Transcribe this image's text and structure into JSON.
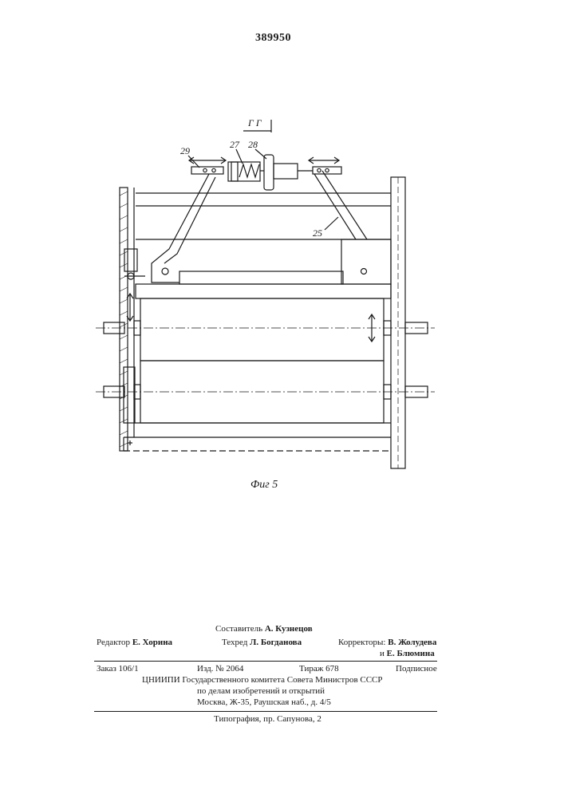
{
  "patent_number": "389950",
  "section_label": "Г Г",
  "figure_caption": "Фиг 5",
  "part_labels": [
    "29",
    "27",
    "28",
    "25"
  ],
  "colophon": {
    "compiler_label": "Составитель",
    "compiler_name": "А. Кузнецов",
    "editor_label": "Редактор",
    "editor_name": "Е. Хорина",
    "techred_label": "Техред",
    "techred_name": "Л. Богданова",
    "correctors_label": "Корректоры:",
    "corrector_1": "В. Жолудева",
    "corrector_2_prefix": "и",
    "corrector_2": "Е. Блюмина",
    "order": "Заказ 106/1",
    "edition": "Изд. № 2064",
    "circulation": "Тираж 678",
    "subscription": "Подписное",
    "institute_line": "ЦНИИПИ Государственного комитета Совета Министров СССР",
    "affairs_line": "по делам изобретений и открытий",
    "address_line": "Москва, Ж-35, Раушская наб., д. 4/5",
    "printer_line": "Типография, пр. Сапунова, 2"
  }
}
